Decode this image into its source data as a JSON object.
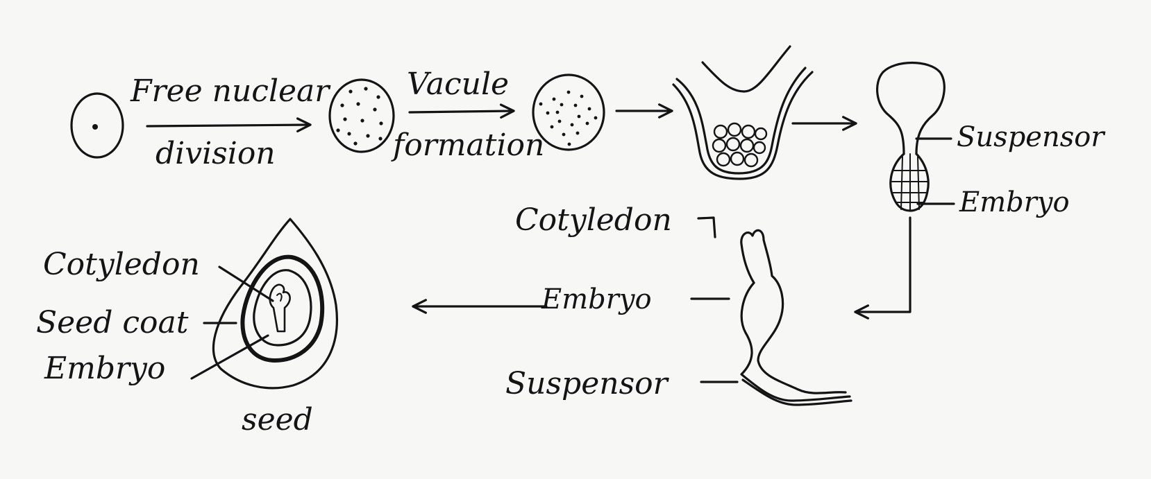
{
  "stage1": {
    "label_top": "Free nuclear",
    "label_bottom": "division"
  },
  "stage2": {
    "label_top": "Vacule",
    "label_bottom": "formation"
  },
  "proembryo": {
    "suspensor_label": "Suspensor",
    "embryo_label": "Embryo"
  },
  "globular": {
    "cotyledon_label": "Cotyledon",
    "embryo_label": "Embryo",
    "suspensor_label": "Suspensor"
  },
  "seed": {
    "cotyledon_label": "Cotyledon",
    "seed_coat_label": "Seed coat",
    "embryo_label": "Embryo",
    "title": "seed"
  },
  "colors": {
    "ink": "#141414",
    "paper": "#f7f7f5"
  }
}
